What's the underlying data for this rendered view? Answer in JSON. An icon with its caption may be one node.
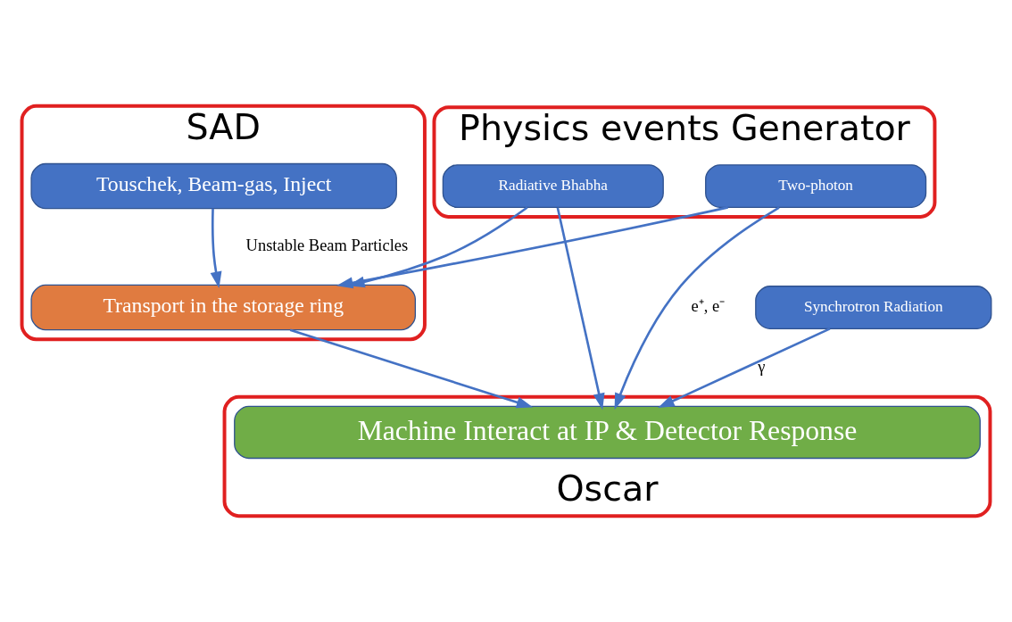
{
  "diagram": {
    "nodes": [
      {
        "text": [
          "SAD"
        ]
      },
      {
        "text": [
          "Touschek, Beam-gas, Inject"
        ],
        "in": 0
      },
      {
        "text": [
          "Physics events Generator"
        ]
      },
      {
        "text": [
          "Radiative Bhabha"
        ],
        "in": 2
      },
      {
        "text": [
          "Two-photon"
        ],
        "in": 2
      },
      {
        "text": [
          "Synchrotron Radiation"
        ]
      },
      {
        "text": [
          "Transport in the storage ring"
        ],
        "in": 0
      },
      {
        "text": [
          "Oscar"
        ]
      },
      {
        "text": [
          "Machine Interact at IP & Detector Response"
        ],
        "in": 7
      }
    ],
    "edges": [
      {
        "from": 1,
        "to": 6,
        "arrow": "to",
        "label": "Unstable Beam Particles"
      },
      {
        "from": 3,
        "to": 6,
        "arrow": "to"
      },
      {
        "from": 4,
        "to": 6,
        "arrow": "to"
      },
      {
        "from": 4,
        "to": 8,
        "arrow": "to",
        "label": "e⁺, e⁻"
      },
      {
        "from": 3,
        "to": 8,
        "arrow": "to"
      },
      {
        "from": 5,
        "to": 8,
        "arrow": "to",
        "label": "γ"
      },
      {
        "from": 6,
        "to": 8,
        "arrow": "to"
      }
    ]
  }
}
